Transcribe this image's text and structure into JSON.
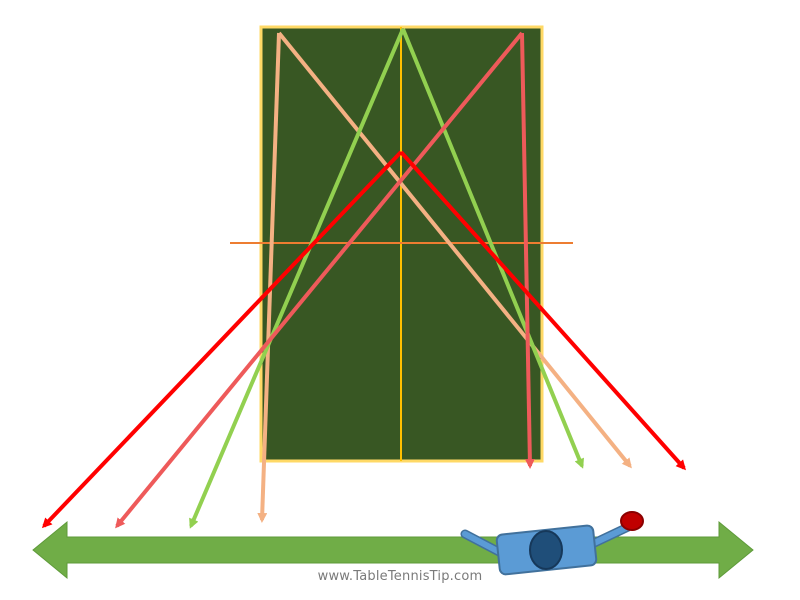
{
  "watermark": "www.TableTennisTip.com",
  "colors": {
    "table_fill": "#385723",
    "table_border": "#FFD966",
    "center_line": "#FFC000",
    "net_line": "#ED7D31",
    "arrow_red": "#FF0000",
    "arrow_salmon": "#EE5A5A",
    "arrow_green": "#92D050",
    "arrow_peach": "#F4B183",
    "baseline": "#70AD47",
    "player_body": "#5B9BD5",
    "player_head": "#1F4E79",
    "ball": "#C00000"
  },
  "diagram": {
    "type": "table-tennis-shot-placement",
    "arrow_groups": [
      {
        "name": "arrow-red-wide",
        "color_key": "arrow_red"
      },
      {
        "name": "arrow-salmon-cross",
        "color_key": "arrow_salmon"
      },
      {
        "name": "arrow-green-narrow",
        "color_key": "arrow_green"
      },
      {
        "name": "arrow-peach-diagonal",
        "color_key": "arrow_peach"
      }
    ]
  }
}
